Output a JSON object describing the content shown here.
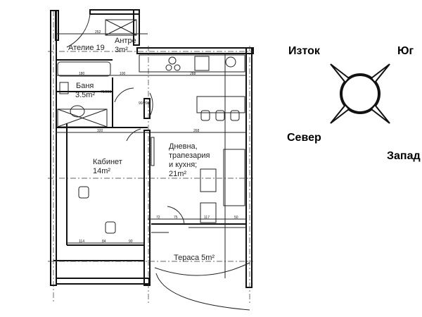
{
  "rooms": {
    "studio": "Ателие 19",
    "entry": "Антре",
    "entry_area": "3m²",
    "bath": "Баня",
    "bath_area": "3.5m²",
    "office": "Кабинет",
    "office_area": "14m²",
    "living_1": "Дневна,",
    "living_2": "трапезария",
    "living_3": "и кухня;",
    "living_area": "21m²",
    "terrace": "Тераса 5m²"
  },
  "dimensions": [
    "252",
    "180",
    "100",
    "288",
    "70/208",
    "90/208",
    "320",
    "268",
    "114",
    "84",
    "90",
    "72",
    "75",
    "117",
    "50"
  ],
  "compass": {
    "east": "Изток",
    "south": "Юг",
    "north": "Север",
    "west": "Запад"
  }
}
